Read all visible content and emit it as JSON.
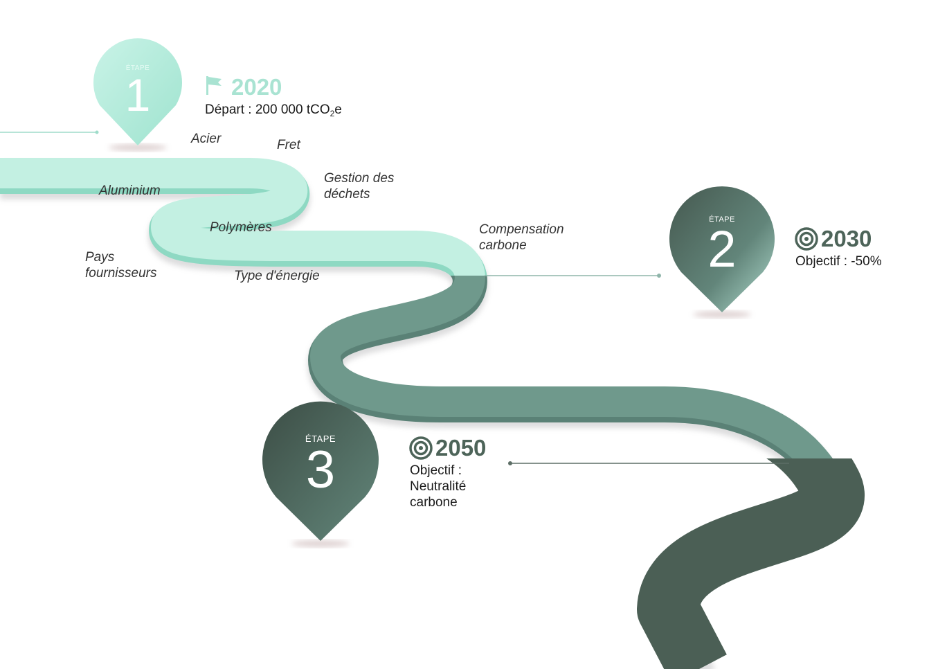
{
  "colors": {
    "mint": "#bdeee0",
    "mint_dark": "#8ed9c3",
    "mid_green": "#6c978a",
    "dark_green": "#4d6459",
    "text": "#1a1a1a"
  },
  "stages": [
    {
      "etape_label": "ÉTAPE",
      "number": "1",
      "year": "2020",
      "year_icon": "flag-icon",
      "description_prefix": "Départ : 200 000 tCO",
      "description_sub": "2",
      "description_suffix": "e"
    },
    {
      "etape_label": "ÉTAPE",
      "number": "2",
      "year": "2030",
      "year_icon": "target-icon",
      "description_lines": [
        "Objectif : -50%"
      ]
    },
    {
      "etape_label": "ÉTAPE",
      "number": "3",
      "year": "2050",
      "year_icon": "target-icon",
      "description_lines": [
        "Objectif :",
        "Neutralité",
        "carbone"
      ]
    }
  ],
  "levers": [
    {
      "lines": [
        "Acier"
      ]
    },
    {
      "lines": [
        "Fret"
      ]
    },
    {
      "lines": [
        "Gestion des",
        "déchets"
      ]
    },
    {
      "lines": [
        "Aluminium"
      ]
    },
    {
      "lines": [
        "Polymères"
      ]
    },
    {
      "lines": [
        "Compensation",
        "carbone"
      ]
    },
    {
      "lines": [
        "Pays",
        "fournisseurs"
      ]
    },
    {
      "lines": [
        "Type d'énergie"
      ]
    }
  ]
}
